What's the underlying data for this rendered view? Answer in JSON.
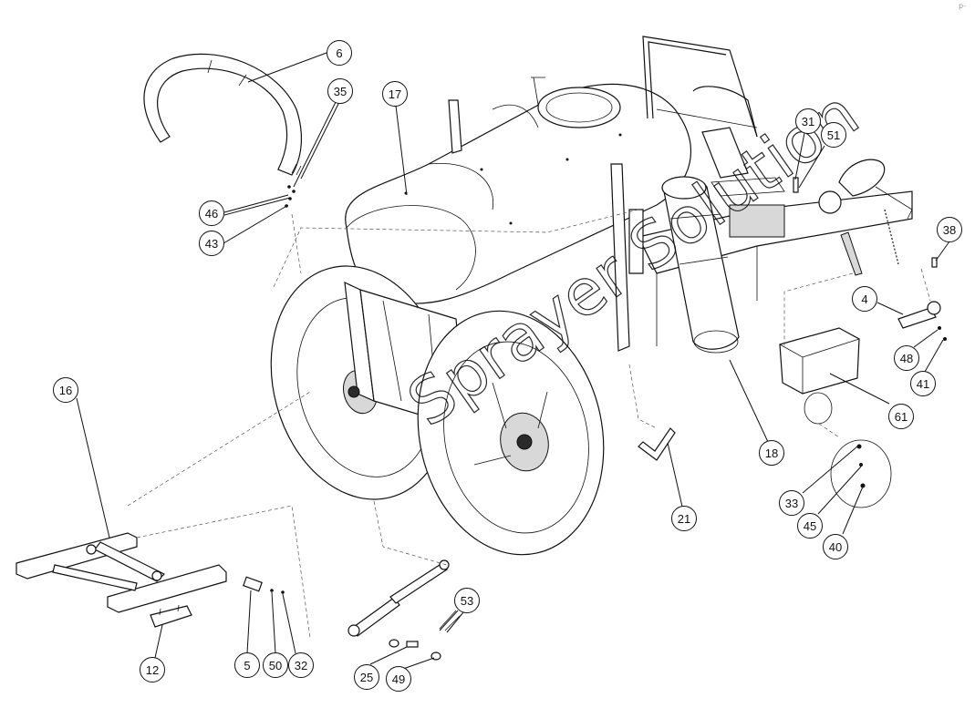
{
  "diagram": {
    "callouts": [
      "6",
      "35",
      "17",
      "46",
      "43",
      "31",
      "51",
      "38",
      "4",
      "48",
      "41",
      "61",
      "16",
      "18",
      "21",
      "33",
      "45",
      "40",
      "53",
      "12",
      "5",
      "50",
      "32",
      "25",
      "49"
    ],
    "watermark": "Sprayer Solution",
    "corner_mark": "p-"
  }
}
